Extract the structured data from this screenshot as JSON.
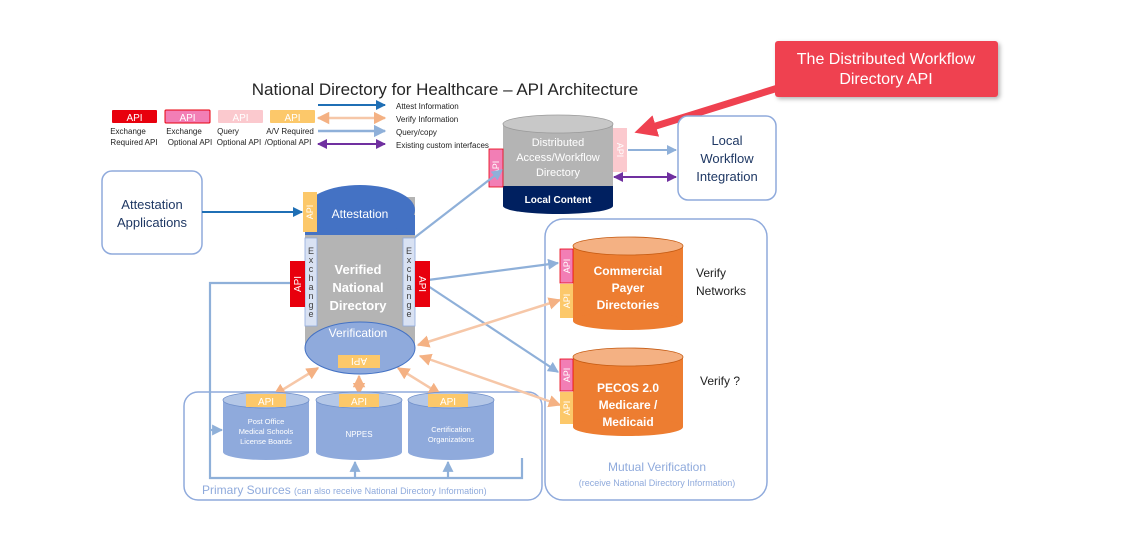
{
  "title": "National Directory for Healthcare – API Architecture",
  "callout": {
    "line1": "The Distributed Workflow",
    "line2": "Directory API",
    "color": "#ef4150"
  },
  "legend": {
    "api_label": "API",
    "boxes": [
      {
        "line1": "Exchange",
        "line2": "Required API",
        "color": "#e8000d"
      },
      {
        "line1": "Exchange",
        "line2": "Optional API",
        "color": "#f27eb5"
      },
      {
        "line1": "Query",
        "line2": "Optional API",
        "color": "#fbc9ce"
      },
      {
        "line1": "A/V Required",
        "line2": "/Optional API",
        "color": "#fcc86a"
      }
    ],
    "arrows": [
      {
        "label": "Attest  Information",
        "color": "#1f6fb5"
      },
      {
        "label": "Verify Information",
        "color": "#f6c7a8"
      },
      {
        "label": "Query/copy",
        "color": "#8fb0d9"
      },
      {
        "label": "Existing custom interfaces",
        "color": "#7030a0"
      }
    ]
  },
  "nodes": {
    "attestation_app": {
      "line1": "Attestation",
      "line2": "Applications"
    },
    "local_workflow": {
      "line1": "Local",
      "line2": "Workflow",
      "line3": "Integration"
    },
    "distributed": {
      "line1": "Distributed",
      "line2": "Access/Workflow",
      "line3": "Directory",
      "base": "Local Content"
    },
    "central": {
      "top": "Attestation",
      "line1": "Verified",
      "line2": "National",
      "line3": "Directory",
      "bottom": "Verification",
      "side_label": "Exchange"
    },
    "commercial": {
      "line1": "Commercial",
      "line2": "Payer",
      "line3": "Directories",
      "note1": "Verify",
      "note2": "Networks"
    },
    "pecos": {
      "line1": "PECOS 2.0",
      "line2": "Medicare /",
      "line3": "Medicaid",
      "note": "Verify ?"
    },
    "post_office": {
      "line1": "Post Office",
      "line2": "Medical Schools",
      "line3": "License Boards"
    },
    "nppes": {
      "line1": "NPPES"
    },
    "certification": {
      "line1": "Certification",
      "line2": "Organizations"
    }
  },
  "groups": {
    "mutual": {
      "title": "Mutual Verification",
      "subtitle": "(receive National Directory Information)"
    },
    "primary": {
      "title": "Primary Sources",
      "subtitle": "(can also receive National Directory Information)"
    }
  },
  "colors": {
    "central_blue": "#4472c4",
    "light_blue": "#8faadc",
    "cylinder_grey": "#b4b4b4",
    "navy": "#002060",
    "orange": "#ed7d31",
    "text_blue": "#1f3864"
  }
}
